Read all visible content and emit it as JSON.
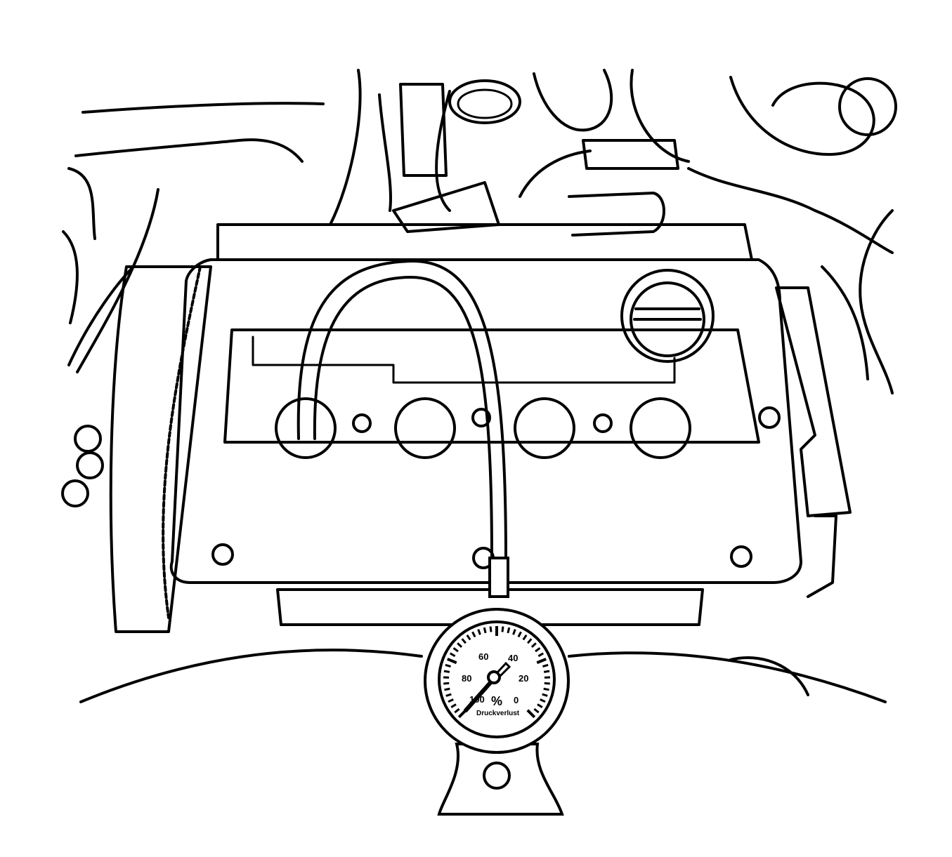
{
  "gauge": {
    "scale_labels": [
      "100",
      "80",
      "60",
      "40",
      "20",
      "0"
    ],
    "unit": "%",
    "caption": "Druckverlust"
  },
  "colors": {
    "line": "#000000",
    "background": "#ffffff"
  }
}
